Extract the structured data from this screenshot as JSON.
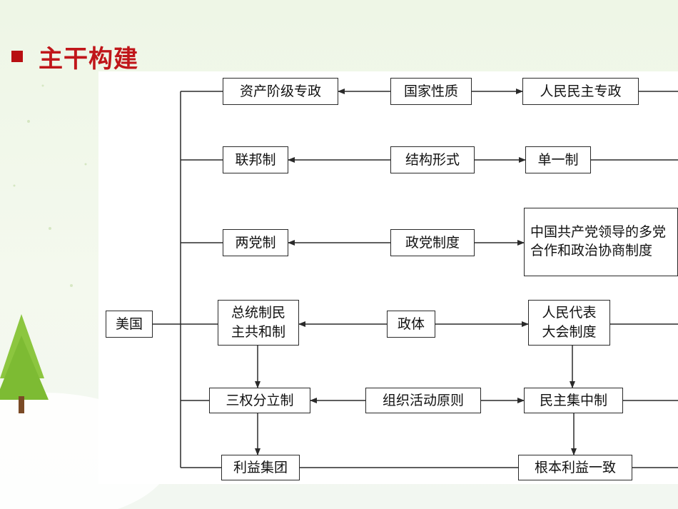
{
  "title": "主干构建",
  "colors": {
    "title": "#c0161a",
    "bullet": "#b80f12",
    "line": "#2a2a2a"
  },
  "diagram": {
    "root": "美国",
    "rows": [
      {
        "category": "国家性质",
        "us": "资产阶级专政",
        "cn": "人民民主专政"
      },
      {
        "category": "结构形式",
        "us": "联邦制",
        "cn": "单一制"
      },
      {
        "category": "政党制度",
        "us": "两党制",
        "cn": "中国共产党领导的多党合作和政治协商制度"
      },
      {
        "category": "政体",
        "us": "总统制民主共和制",
        "cn": "人民代表大会制度"
      },
      {
        "category": "组织活动原则",
        "us": "三权分立制",
        "cn": "民主集中制"
      },
      {
        "us": "利益集团",
        "cn": "根本利益一致"
      }
    ]
  }
}
